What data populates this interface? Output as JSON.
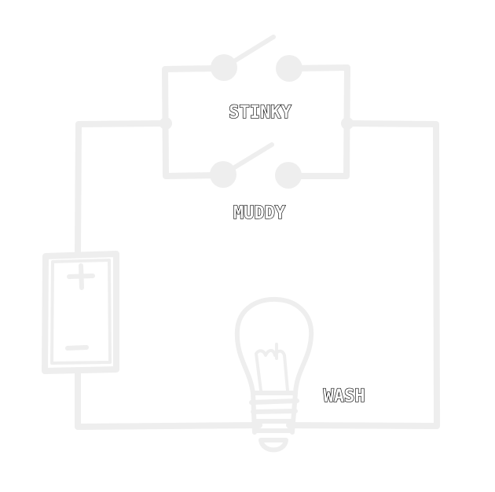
{
  "labels": {
    "switch_top": "STINKY",
    "switch_bottom": "MUDDY",
    "bulb": "WASH"
  },
  "colors": {
    "wire": "#eeeeee",
    "label_fill": "#ffffff",
    "label_outline": "#000000"
  },
  "components": {
    "battery": {
      "icon": "battery-icon",
      "positive_symbol": "+",
      "negative_symbol": "−"
    },
    "switches": [
      "switch-icon",
      "switch-icon"
    ],
    "bulb_icon": "lightbulb-icon"
  }
}
